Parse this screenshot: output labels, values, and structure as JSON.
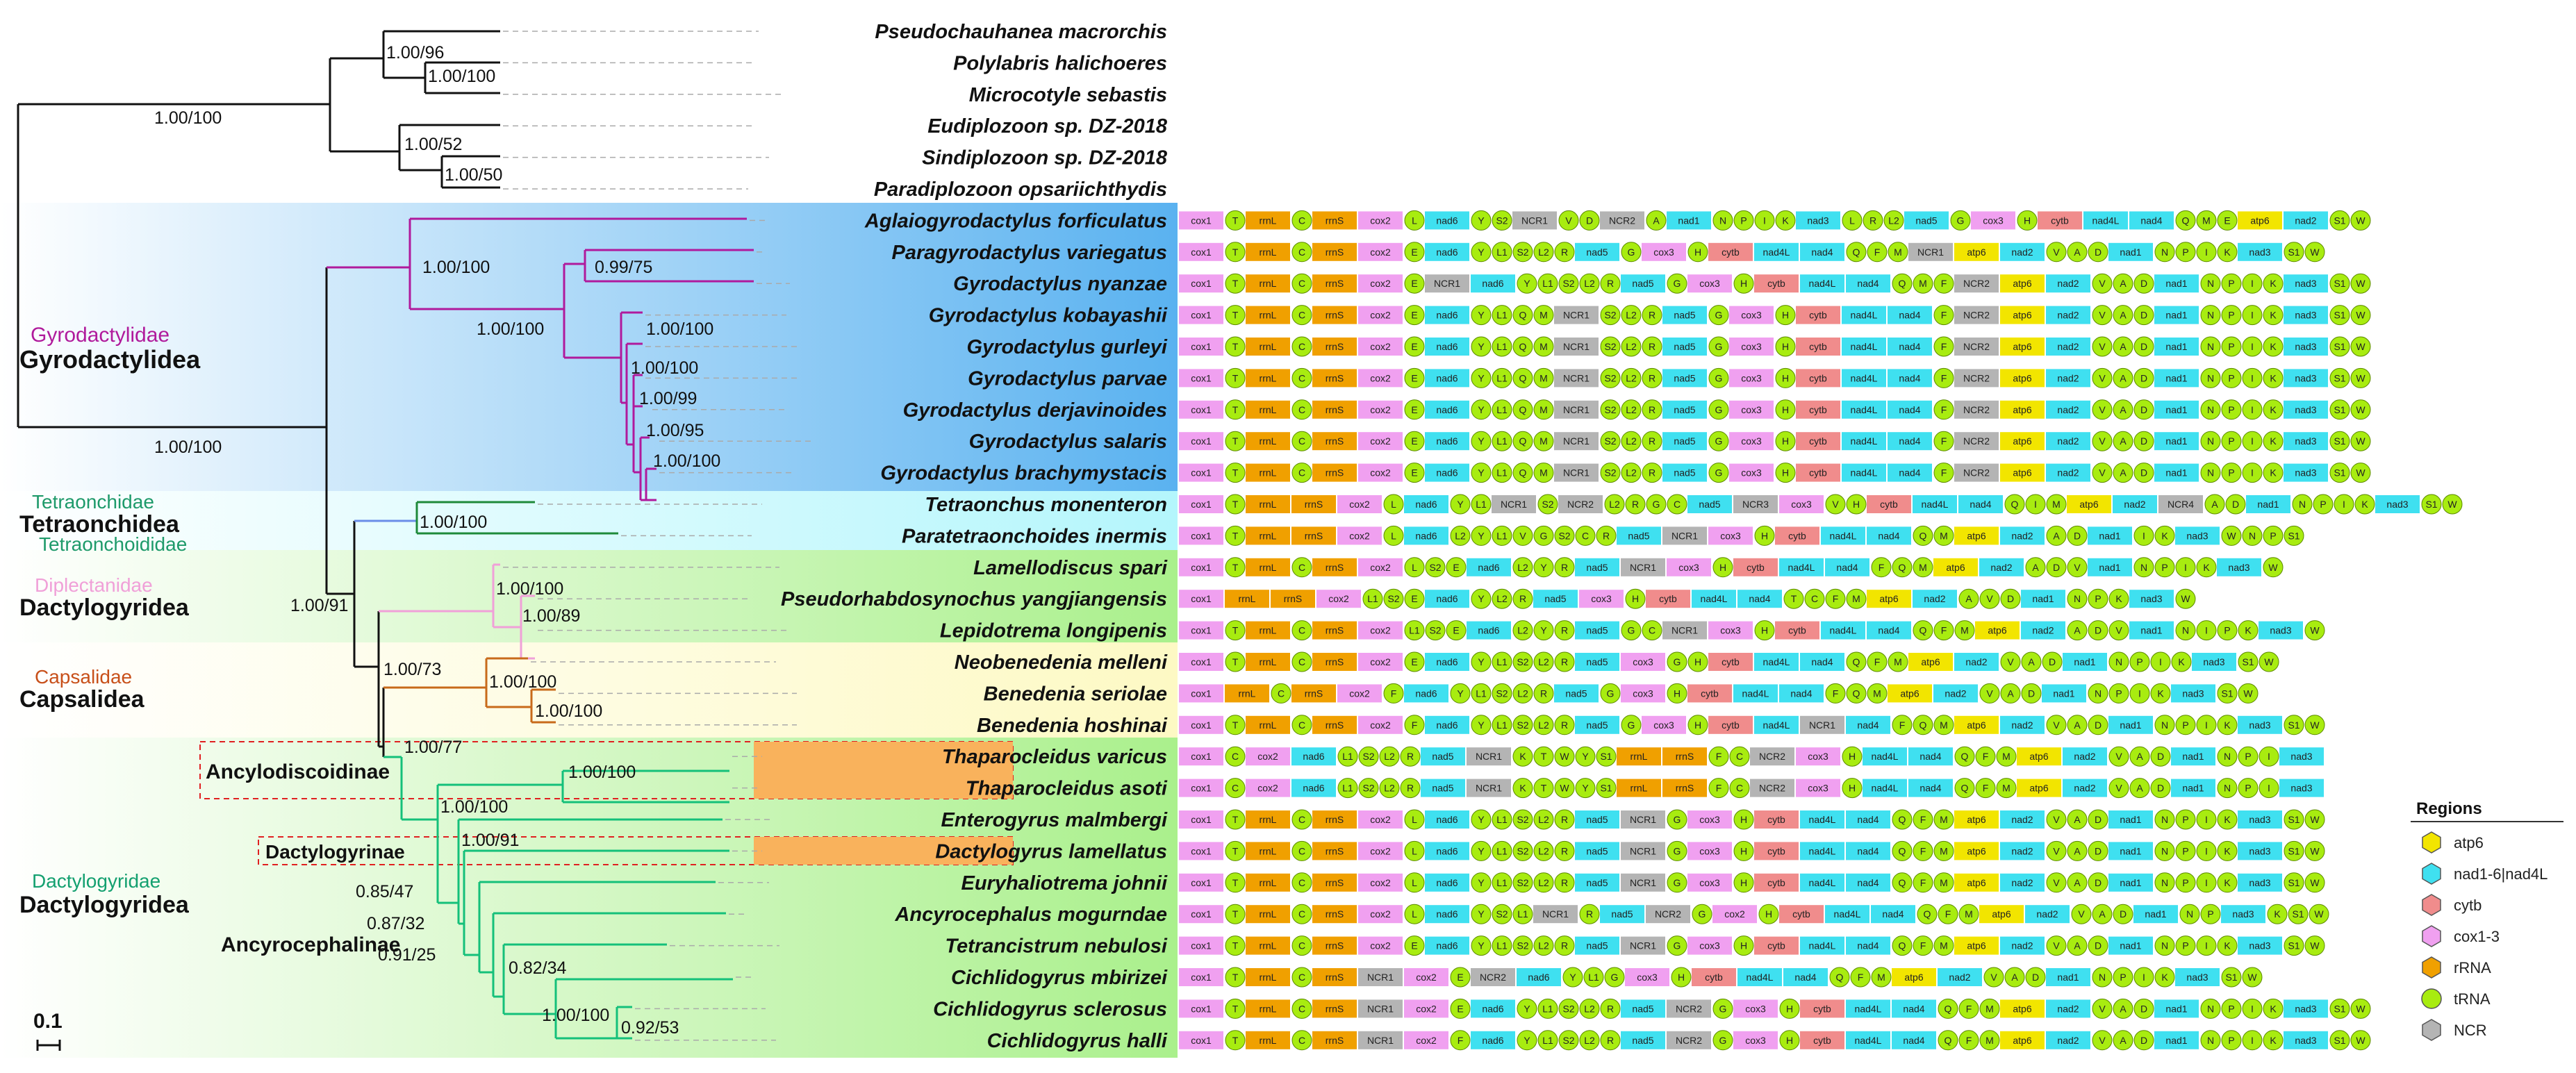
{
  "taxa": [
    "Pseudochauhanea macrorchis",
    "Polylabris halichoeres",
    "Microcotyle sebastis",
    "Eudiplozoon sp. DZ-2018",
    "Sindiplozoon sp. DZ-2018",
    "Paradiplozoon opsariichthydis",
    "Aglaiogyrodactylus forficulatus",
    "Paragyrodactylus variegatus",
    "Gyrodactylus nyanzae",
    "Gyrodactylus kobayashii",
    "Gyrodactylus gurleyi",
    "Gyrodactylus parvae",
    "Gyrodactylus derjavinoides",
    "Gyrodactylus salaris",
    "Gyrodactylus brachymystacis",
    "Tetraonchus monenteron",
    "Paratetraonchoides inermis",
    "Lamellodiscus spari",
    "Pseudorhabdosynochus yangjiangensis",
    "Lepidotrema longipenis",
    "Neobenedenia melleni",
    "Benedenia seriolae",
    "Benedenia hoshinai",
    "Thaparocleidus varicus",
    "Thaparocleidus asoti",
    "Enterogyrus malmbergi",
    "Dactylogyrus lamellatus",
    "Euryhaliotrema johnii",
    "Ancyrocephalus mogurndae",
    "Tetrancistrum nebulosi",
    "Cichlidogyrus mbirizei",
    "Cichlidogyrus sclerosus",
    "Cichlidogyrus halli"
  ],
  "support": {
    "root": "1.00/100",
    "polyopisthocotylea": "1.00/100",
    "pseudo_poly_micro": "1.00/96",
    "poly_micro": "1.00/100",
    "diplozoidae": "1.00/52",
    "sindi_paradi": "1.00/50",
    "gyrodactylidea": "1.00/100",
    "gyrodactylidae_inner": "1.00/100",
    "paragyro_nyanzae": "0.99/75",
    "gyrodactylus_core": "1.00/100",
    "g1": "1.00/100",
    "g2": "1.00/100",
    "g3": "1.00/99",
    "g4": "1.00/95",
    "g5": "1.00/100",
    "tetraonchidea": "1.00/100",
    "dactylogyridea_all": "1.00/91",
    "diplectanidae": "1.00/100",
    "diplectanidae_inner": "1.00/89",
    "capsalidae_plus": "1.00/73",
    "capsalidae": "1.00/100",
    "benedenia": "1.00/100",
    "dactylogyridae": "1.00/77",
    "thaparocleidus": "1.00/100",
    "entero_rest": "1.00/100",
    "dactylogyrus_rest": "1.00/91",
    "eury_rest": "0.85/47",
    "ancyro_rest": "0.87/32",
    "tetrancistrum_rest": "0.91/25",
    "cichlidogyrus": "0.82/34",
    "cich_inner": "1.00/100",
    "cich_sc_ha": "0.92/53"
  },
  "groups": {
    "gyrodactylidae_family": "Gyrodactylidae",
    "gyrodactylidea_order": "Gyrodactylidea",
    "tetraonchidae_family": "Tetraonchidae",
    "tetraonchidea_order": "Tetraonchidea",
    "tetraonchoididae_family": "Tetraonchoididae",
    "diplectanidae_family": "Diplectanidae",
    "dactylogyridea_order_1": "Dactylogyridea",
    "capsalidae_family": "Capsalidae",
    "capsalidea_order": "Capsalidea",
    "ancylodiscoidinae": "Ancylodiscoidinae",
    "dactylogyrinae": "Dactylogyrinae",
    "dactylogyridae_family": "Dactylogyridae",
    "dactylogyridea_order_2": "Dactylogyridea",
    "ancyrocephalinae": "Ancyrocephalinae"
  },
  "scale_label": "0.1",
  "legend": {
    "title": "Regions",
    "items": [
      {
        "label": "atp6",
        "color": "#f2e500",
        "shape": "hex"
      },
      {
        "label": "nad1-6|nad4L",
        "color": "#3fe0f0",
        "shape": "hex"
      },
      {
        "label": "cytb",
        "color": "#f08c8c",
        "shape": "hex"
      },
      {
        "label": "cox1-3",
        "color": "#f0a0f0",
        "shape": "hex"
      },
      {
        "label": "rRNA",
        "color": "#f0a000",
        "shape": "hex"
      },
      {
        "label": "tRNA",
        "color": "#a8ec10",
        "shape": "circle"
      },
      {
        "label": "NCR",
        "color": "#b4b4b4",
        "shape": "hex"
      }
    ]
  },
  "gene_orders": [
    "cox1 T rrnL C rrnS cox2 L nad6 Y S2 NCR1 V D NCR2 A nad1 N P I K nad3 L R L2 nad5 G cox3 H cytb nad4L nad4 Q M E atp6 nad2 S1 W",
    "cox1 T rrnL C rrnS cox2 E nad6 Y L1 S2 L2 R nad5 G cox3 H cytb nad4L nad4 Q F M NCR1 atp6 nad2 V A D nad1 N P I K nad3 S1 W",
    "cox1 T rrnL C rrnS cox2 E NCR1 nad6 Y L1 S2 L2 R nad5 G cox3 H cytb nad4L nad4 Q M F NCR2 atp6 nad2 V A D nad1 N P I K nad3 S1 W",
    "cox1 T rrnL C rrnS cox2 E nad6 Y L1 Q M NCR1 S2 L2 R nad5 G cox3 H cytb nad4L nad4 F NCR2 atp6 nad2 V A D nad1 N P I K nad3 S1 W",
    "cox1 T rrnL C rrnS cox2 E nad6 Y L1 Q M NCR1 S2 L2 R nad5 G cox3 H cytb nad4L nad4 F NCR2 atp6 nad2 V A D nad1 N P I K nad3 S1 W",
    "cox1 T rrnL C rrnS cox2 E nad6 Y L1 Q M NCR1 S2 L2 R nad5 G cox3 H cytb nad4L nad4 F NCR2 atp6 nad2 V A D nad1 N P I K nad3 S1 W",
    "cox1 T rrnL C rrnS cox2 E nad6 Y L1 Q M NCR1 S2 L2 R nad5 G cox3 H cytb nad4L nad4 F NCR2 atp6 nad2 V A D nad1 N P I K nad3 S1 W",
    "cox1 T rrnL C rrnS cox2 E nad6 Y L1 Q M NCR1 S2 L2 R nad5 G cox3 H cytb nad4L nad4 F NCR2 atp6 nad2 V A D nad1 N P I K nad3 S1 W",
    "cox1 T rrnL C rrnS cox2 E nad6 Y L1 Q M NCR1 S2 L2 R nad5 G cox3 H cytb nad4L nad4 F NCR2 atp6 nad2 V A D nad1 N P I K nad3 S1 W",
    "cox1 T rrnL rrnS cox2 L nad6 Y L1 NCR1 S2 NCR2 L2 R G C nad5 NCR3 cox3 V H cytb nad4L nad4 Q I M atp6 nad2 NCR4 A D nad1 N P I K nad3 S1 W",
    "cox1 T rrnL rrnS cox2 L nad6 L2 Y L1 V G S2 C R nad5 NCR1 cox3 H cytb nad4L nad4 Q M atp6 nad2 A D nad1 I K nad3 W N P S1",
    "cox1 T rrnL C rrnS cox2 L S2 E nad6 L2 Y R nad5 NCR1 cox3 H cytb nad4L nad4 F Q M atp6 nad2 A D V nad1 N P I K nad3 W",
    "cox1 rrnL rrnS cox2 L1 S2 E nad6 Y L2 R nad5 cox3 H cytb nad4L nad4 T C F M atp6 nad2 A V D nad1 N P K nad3 W",
    "cox1 T rrnL C rrnS cox2 L1 S2 E nad6 L2 Y R nad5 G C NCR1 cox3 H cytb nad4L nad4 Q F M atp6 nad2 A D V nad1 N I P K nad3 W",
    "cox1 T rrnL C rrnS cox2 E nad6 Y L1 S2 L2 R nad5 cox3 G H cytb nad4L nad4 Q F M atp6 nad2 V A D nad1 N P I K nad3 S1 W",
    "cox1 rrnL C rrnS cox2 F nad6 Y L1 S2 L2 R nad5 G cox3 H cytb nad4L nad4 F Q M atp6 nad2 V A D nad1 N P I K nad3 S1 W",
    "cox1 T rrnL C rrnS cox2 F nad6 Y L1 S2 L2 R nad5 G cox3 H cytb nad4L NCR1 nad4 F Q M atp6 nad2 V A D nad1 N P I K nad3 S1 W",
    "cox1 C cox2 nad6 L1 S2 L2 R nad5 NCR1 K T W Y S1 rrnL rrnS F C NCR2 cox3 H nad4L nad4 Q F M atp6 nad2 V A D nad1 N P I nad3",
    "cox1 C cox2 nad6 L1 S2 L2 R nad5 NCR1 K T W Y S1 rrnL rrnS F C NCR2 cox3 H nad4L nad4 Q F M atp6 nad2 V A D nad1 N P I nad3",
    "cox1 T rrnL C rrnS cox2 L nad6 Y L1 S2 L2 R nad5 NCR1 G cox3 H cytb nad4L nad4 Q F M atp6 nad2 V A D nad1 N P I K nad3 S1 W",
    "cox1 T rrnL C rrnS cox2 L nad6 Y L1 S2 L2 R nad5 NCR1 G cox3 H cytb nad4L nad4 Q F M atp6 nad2 V A D nad1 N P I K nad3 S1 W",
    "cox1 T rrnL C rrnS cox2 L nad6 Y L1 S2 L2 R nad5 NCR1 G cox3 H cytb nad4L nad4 Q F M atp6 nad2 V A D nad1 N P I K nad3 S1 W",
    "cox1 T rrnL C rrnS cox2 L nad6 Y S2 L1 NCR1 R nad5 NCR2 G cox2 H cytb nad4L nad4 Q F M atp6 nad2 V A D nad1 N P nad3 K S1 W",
    "cox1 T rrnL C rrnS cox2 E nad6 Y L1 S2 L2 R nad5 NCR1 G cox3 H cytb nad4L nad4 Q F M atp6 nad2 V A D nad1 N P I K nad3 S1 W",
    "cox1 T rrnL C rrnS NCR1 cox2 E NCR2 nad6 Y L1 G cox3 H cytb nad4L nad4 Q F M atp6 nad2 V A D nad1 N P I K nad3 S1 W",
    "cox1 T rrnL C rrnS NCR1 cox2 E nad6 Y L1 S2 L2 R nad5 NCR2 G cox3 H cytb nad4L nad4 Q F M atp6 nad2 V A D nad1 N P I K nad3 S1 W",
    "cox1 T rrnL C rrnS NCR1 cox2 F nad6 Y L1 S2 L2 R nad5 NCR2 G cox3 H cytb nad4L nad4 Q F M atp6 nad2 V A D nad1 N P I K nad3 S1 W"
  ],
  "colors": {
    "atp": "#f2e500",
    "nad": "#3fe0f0",
    "cyt": "#f08c8c",
    "cox": "#f0a0f0",
    "rrn": "#f0a000",
    "trna": "#a8ec10",
    "ncr": "#b4b4b4",
    "gyro_bg": "#5ab2f0",
    "tetra_bg": "#b4f6fc",
    "dacty_bg": "#aaf08c",
    "caps_bg": "#fdf9c4",
    "anc_box": "#f9b25c",
    "gyro_branch": "#b01a9c",
    "tetra_branch": "#1e8a3a",
    "tetra_branch2": "#6a8de8",
    "dipl_branch": "#f0a0d8",
    "caps_branch": "#c86a1a",
    "dact_branch": "#14c07a",
    "gyro_label": "#b01a9c",
    "tetra_label": "#1e9a6a",
    "dipl_label": "#f0a0d8",
    "caps_label": "#c8501a",
    "dact_label": "#14a070"
  }
}
